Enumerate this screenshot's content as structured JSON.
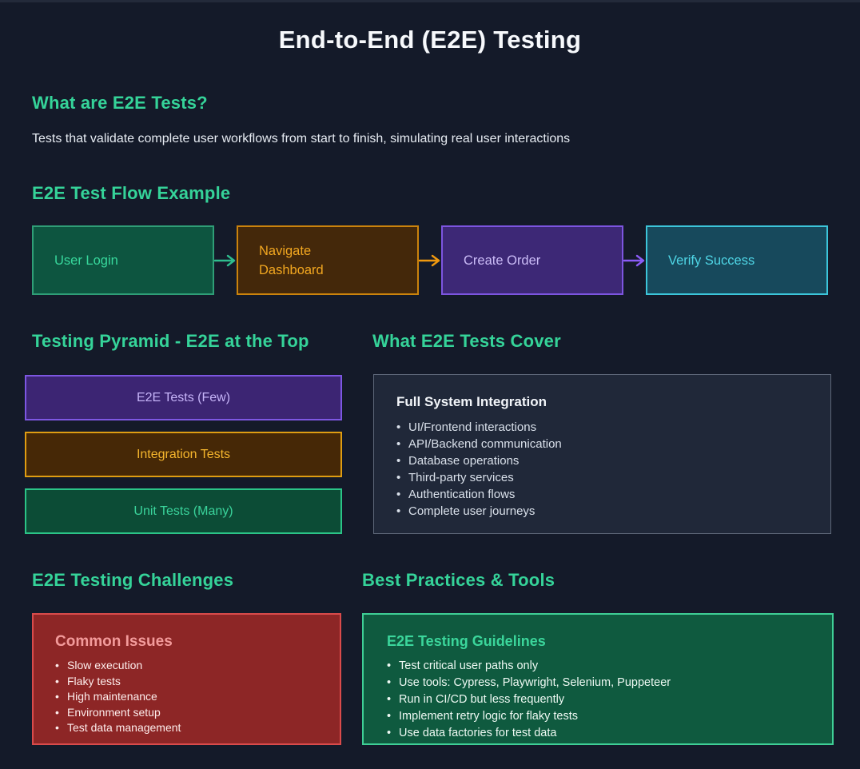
{
  "title": "End-to-End (E2E) Testing",
  "intro": {
    "heading": "What are E2E Tests?",
    "text": "Tests that validate complete user workflows from start to finish, simulating real user interactions"
  },
  "flow": {
    "heading": "E2E Test Flow Example",
    "steps": [
      {
        "label": "User Login",
        "fill": "#0d5540",
        "border": "#2f9e77",
        "text_color": "#38d89c"
      },
      {
        "label": "Navigate Dashboard",
        "fill": "#44280a",
        "border": "#cb830c",
        "text_color": "#f2a720"
      },
      {
        "label": "Create Order",
        "fill": "#3d2876",
        "border": "#7d55e0",
        "text_color": "#cbbcf7"
      },
      {
        "label": "Verify Success",
        "fill": "#17495c",
        "border": "#3cc5da",
        "text_color": "#4fd6e6"
      }
    ],
    "arrows": [
      {
        "name": "arrow-login-to-dashboard",
        "color": "#2fbd8e"
      },
      {
        "name": "arrow-dashboard-to-order",
        "color": "#f0990f"
      },
      {
        "name": "arrow-order-to-verify",
        "color": "#8b5cf6"
      }
    ]
  },
  "pyramid": {
    "heading": "Testing Pyramid - E2E at the Top",
    "levels": [
      {
        "label": "E2E Tests (Few)",
        "fill": "#3c2573",
        "border": "#7d57e2",
        "text_color": "#c6b4f8"
      },
      {
        "label": "Integration Tests",
        "fill": "#462806",
        "border": "#df9d12",
        "text_color": "#f6b62d"
      },
      {
        "label": "Unit Tests (Many)",
        "fill": "#0c4c36",
        "border": "#2bc487",
        "text_color": "#3ad39b"
      }
    ]
  },
  "coverage": {
    "heading": "What E2E Tests Cover",
    "panel_title": "Full System Integration",
    "items": [
      "UI/Frontend interactions",
      "API/Backend communication",
      "Database operations",
      "Third-party services",
      "Authentication flows",
      "Complete user journeys"
    ]
  },
  "challenges": {
    "heading": "E2E Testing Challenges",
    "panel_title": "Common Issues",
    "items": [
      "Slow execution",
      "Flaky tests",
      "High maintenance",
      "Environment setup",
      "Test data management"
    ]
  },
  "practices": {
    "heading": "Best Practices & Tools",
    "panel_title": "E2E Testing Guidelines",
    "items": [
      "Test critical user paths only",
      "Use tools: Cypress, Playwright, Selenium, Puppeteer",
      "Run in CI/CD but less frequently",
      "Implement retry logic for flaky tests",
      "Use data factories for test data"
    ]
  },
  "colors": {
    "background": "#141a29",
    "heading_accent": "#35d399",
    "title_text": "#f7f9fc",
    "body_text": "#e6ebf2",
    "coverage_panel_fill": "#202839",
    "coverage_panel_border": "#5d6678",
    "challenge_panel_fill": "#8d2626",
    "challenge_panel_border": "#d94b4b",
    "challenge_heading": "#f39b9b",
    "guidelines_panel_fill": "#0f5a3f",
    "guidelines_panel_border": "#3fcf96",
    "guidelines_heading": "#3bd69b"
  }
}
